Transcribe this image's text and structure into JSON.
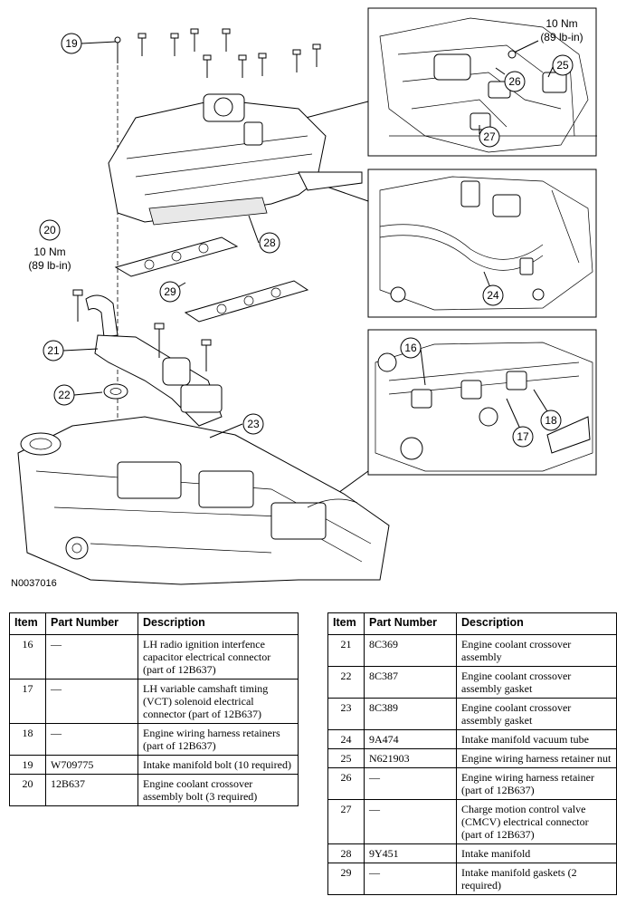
{
  "figure": {
    "code": "N0037016",
    "torque_a": {
      "line1": "10 Nm",
      "line2": "(89 lb-in)"
    },
    "torque_b": {
      "line1": "10 Nm",
      "line2": "(89 lb-in)"
    },
    "callouts": {
      "c16": "16",
      "c17": "17",
      "c18": "18",
      "c19": "19",
      "c20": "20",
      "c21": "21",
      "c22": "22",
      "c23": "23",
      "c24": "24",
      "c25": "25",
      "c26": "26",
      "c27": "27",
      "c28": "28",
      "c29": "29"
    }
  },
  "table": {
    "headers": {
      "item": "Item",
      "part_number": "Part Number",
      "description": "Description"
    },
    "left": [
      {
        "item": "16",
        "part": "—",
        "desc": "LH radio ignition interfence capacitor electrical connector (part of 12B637)"
      },
      {
        "item": "17",
        "part": "—",
        "desc": "LH variable camshaft timing (VCT) solenoid electrical connector (part of 12B637)"
      },
      {
        "item": "18",
        "part": "—",
        "desc": "Engine wiring harness retainers (part of 12B637)"
      },
      {
        "item": "19",
        "part": "W709775",
        "desc": "Intake manifold bolt (10 required)"
      },
      {
        "item": "20",
        "part": "12B637",
        "desc": "Engine coolant crossover assembly bolt (3 required)"
      }
    ],
    "right": [
      {
        "item": "21",
        "part": "8C369",
        "desc": "Engine coolant crossover assembly"
      },
      {
        "item": "22",
        "part": "8C387",
        "desc": "Engine coolant crossover assembly gasket"
      },
      {
        "item": "23",
        "part": "8C389",
        "desc": "Engine coolant crossover assembly gasket"
      },
      {
        "item": "24",
        "part": "9A474",
        "desc": "Intake manifold vacuum tube"
      },
      {
        "item": "25",
        "part": "N621903",
        "desc": "Engine wiring harness retainer nut"
      },
      {
        "item": "26",
        "part": "—",
        "desc": "Engine wiring harness retainer (part of 12B637)"
      },
      {
        "item": "27",
        "part": "—",
        "desc": "Charge motion control valve (CMCV) electrical connector (part of 12B637)"
      },
      {
        "item": "28",
        "part": "9Y451",
        "desc": "Intake manifold"
      },
      {
        "item": "29",
        "part": "—",
        "desc": "Intake manifold gaskets (2 required)"
      }
    ]
  }
}
